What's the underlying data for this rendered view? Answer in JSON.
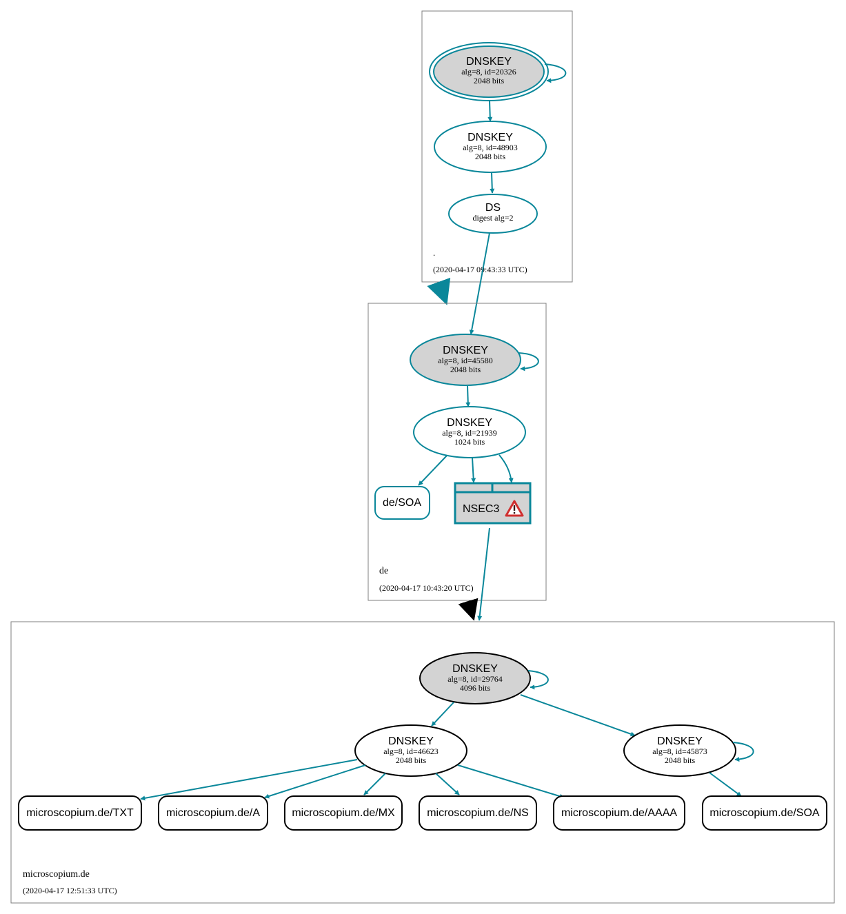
{
  "zones": {
    "root": {
      "name": ".",
      "timestamp": "(2020-04-17 09:43:33 UTC)"
    },
    "de": {
      "name": "de",
      "timestamp": "(2020-04-17 10:43:20 UTC)"
    },
    "microscopium": {
      "name": "microscopium.de",
      "timestamp": "(2020-04-17 12:51:33 UTC)"
    }
  },
  "nodes": {
    "root_ksk": {
      "title": "DNSKEY",
      "line1": "alg=8, id=20326",
      "line2": "2048 bits"
    },
    "root_zsk": {
      "title": "DNSKEY",
      "line1": "alg=8, id=48903",
      "line2": "2048 bits"
    },
    "root_ds": {
      "title": "DS",
      "line1": "digest alg=2"
    },
    "de_ksk": {
      "title": "DNSKEY",
      "line1": "alg=8, id=45580",
      "line2": "2048 bits"
    },
    "de_zsk": {
      "title": "DNSKEY",
      "line1": "alg=8, id=21939",
      "line2": "1024 bits"
    },
    "de_soa": {
      "label": "de/SOA"
    },
    "de_nsec3": {
      "label": "NSEC3"
    },
    "ms_ksk": {
      "title": "DNSKEY",
      "line1": "alg=8, id=29764",
      "line2": "4096 bits"
    },
    "ms_zsk1": {
      "title": "DNSKEY",
      "line1": "alg=8, id=46623",
      "line2": "2048 bits"
    },
    "ms_zsk2": {
      "title": "DNSKEY",
      "line1": "alg=8, id=45873",
      "line2": "2048 bits"
    }
  },
  "records": [
    {
      "id": "txt",
      "label": "microscopium.de/TXT"
    },
    {
      "id": "a",
      "label": "microscopium.de/A"
    },
    {
      "id": "mx",
      "label": "microscopium.de/MX"
    },
    {
      "id": "ns",
      "label": "microscopium.de/NS"
    },
    {
      "id": "aaaa",
      "label": "microscopium.de/AAAA"
    },
    {
      "id": "soa",
      "label": "microscopium.de/SOA"
    }
  ],
  "colors": {
    "secure": "#0a879a",
    "key_fill": "#d3d3d3",
    "nsec3_fill": "#d3d3d3",
    "warning": "#d03030",
    "zone_border": "#7f7f7f",
    "delegation_insecure": "#000000"
  }
}
